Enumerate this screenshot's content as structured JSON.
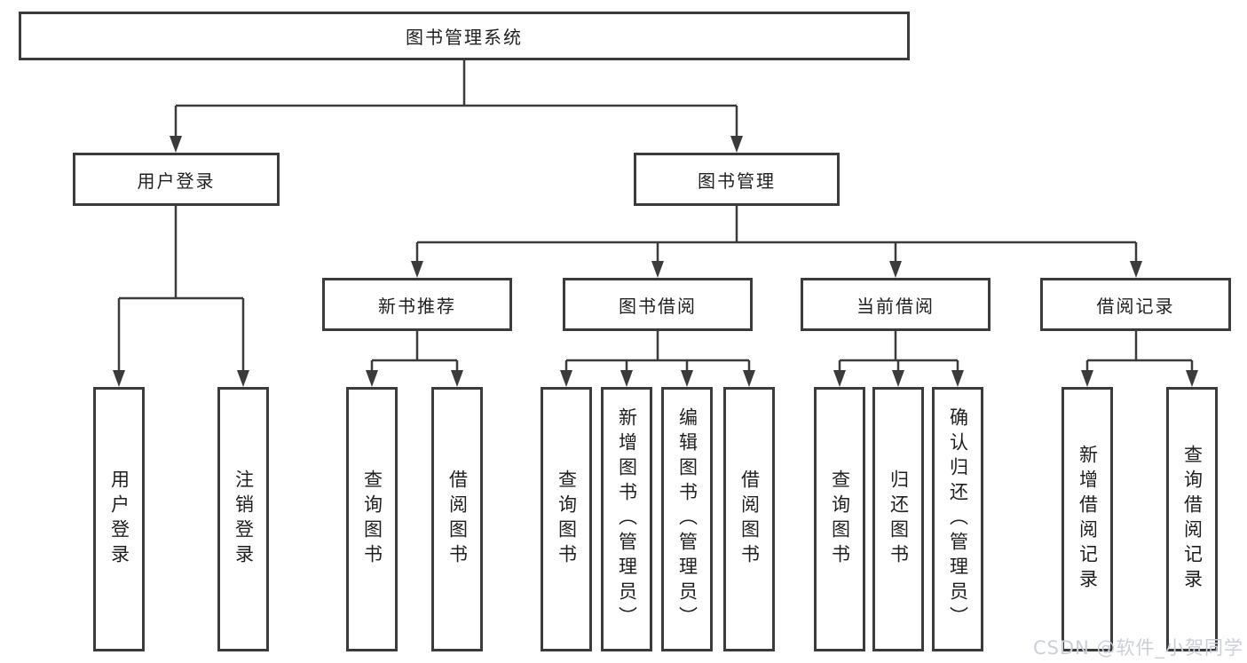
{
  "diagram": {
    "type": "tree",
    "root": {
      "label": "图书管理系统"
    },
    "level2": [
      {
        "label": "用户登录",
        "leaves": [
          "用户登录",
          "注销登录"
        ]
      },
      {
        "label": "图书管理",
        "children": [
          {
            "label": "新书推荐",
            "leaves": [
              "查询图书",
              "借阅图书"
            ]
          },
          {
            "label": "图书借阅",
            "leaves": [
              "查询图书",
              "新增图书（管理员）",
              "编辑图书（管理员）",
              "借阅图书"
            ]
          },
          {
            "label": "当前借阅",
            "leaves": [
              "查询图书",
              "归还图书",
              "确认归还（管理员）"
            ]
          },
          {
            "label": "借阅记录",
            "leaves": [
              "新增借阅记录",
              "查询借阅记录"
            ]
          }
        ]
      }
    ]
  },
  "watermark": {
    "text": "CSDN @软件_小贺同学"
  },
  "colors": {
    "line": "#3b3b3b",
    "box_border": "#3b3b3b",
    "box_fill": "#ffffff",
    "text": "#1f1f1f",
    "watermark": "#cbcfd8",
    "background": "#ffffff"
  }
}
